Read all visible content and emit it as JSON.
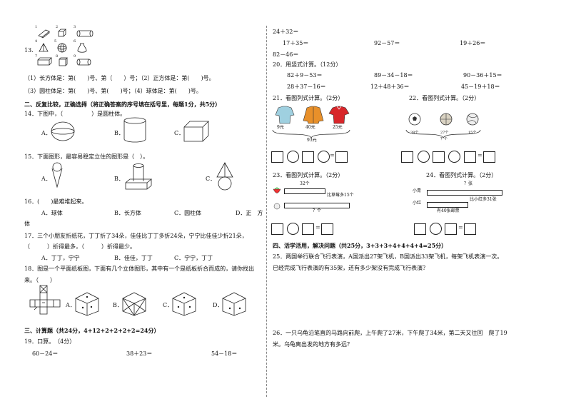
{
  "left": {
    "q13": {
      "num": "13.",
      "labels": [
        "1",
        "2",
        "3",
        "4",
        "5",
        "6",
        "7",
        "8",
        "9"
      ],
      "line1": "（1）长方体是：第(　　)号、第（　　）号；（2）正方体是：第(　　)号。",
      "line2": "（3）圆柱体是：第(　　)号、第(　　)号；（4）球体是：第(　　)号。"
    },
    "section2": "二、反复比较，正确选择（将正确答案的序号填在括号里，每题1分，共5分）",
    "q14": {
      "stem": "14．下图中，（　　　　　）是圆柱体。",
      "opts": [
        "A．",
        "B．",
        "C．"
      ]
    },
    "q15": {
      "stem": "15．下面图形，最容易稳定立住的图形是（　）。",
      "opts": [
        "A．",
        "B．",
        "C．"
      ]
    },
    "q16": {
      "stem": "16．(　　)最难堆起来。",
      "opts": [
        "A．球体",
        "B．长方体",
        "C．圆柱体",
        "D．正　方"
      ],
      "tail": "体"
    },
    "q17": {
      "line1": "17．三个小朋友折纸花，丁丁折了34朵，佳佳比丁丁多折24朵，宁宁比佳佳少折21朵，",
      "line2": "（　　　）折得最多，（　　　）折得最少。",
      "opts": [
        "A．丁丁，宁宁",
        "B．佳佳，丁丁",
        "C．宁宁，丁丁"
      ]
    },
    "q18": {
      "line1": "18．图是一个平面纸板图，下面有几个立体图形，其中有一个是纸板折合而成的，请你找出",
      "line2": "来。（　　）",
      "opts": [
        "A．",
        "B．",
        "C．",
        "D．"
      ]
    },
    "section3": "三、计算题（共24分，4+12+2+2+2+2=24分）",
    "q19": {
      "stem": "19．口算。　（4分）",
      "items": [
        "60－24＝",
        "38＋23＝",
        "54－18＝"
      ]
    }
  },
  "right": {
    "calc_top": [
      "24＋32＝",
      "17＋35＝",
      "92－57＝",
      "19＋26＝",
      "82－46＝"
    ],
    "q20": {
      "stem": "20．用竖式计算。（12分）",
      "items": [
        "82＋9－53＝",
        "89－34－18＝",
        "90－36＋15＝",
        "28＋37－16＝",
        "12＋48＋36＝",
        "45－19＋18＝"
      ]
    },
    "q21": {
      "stem": "21．看图列式计算。（2分）",
      "prices": [
        "9元",
        "40元",
        "25元"
      ],
      "total": "93元"
    },
    "q22": {
      "stem": "22．看图列式计算。（2分）",
      "counts": [
        "38个",
        "27个",
        "15个"
      ],
      "q": "？个"
    },
    "q23": {
      "stem": "23．看图列式计算。（2分）",
      "top": "32个",
      "side": "比草莓多15个",
      "q": "？个"
    },
    "q24": {
      "stem": "24．看图列式计算。（2分）",
      "who1": "小青",
      "who2": "小红",
      "top": "？张",
      "side": "比小红多31张",
      "bottom": "有40张邮票"
    },
    "section4": "四、活学活用，解决问题（共25分，3+3+3+4+4+4+4=25分）",
    "q25": {
      "line1": "25．两国举行联合飞行表演，A国派出27架飞机，B国派出33架飞机，每架飞机表演一次。",
      "line2": "已经完成飞行表演的有35架，还有多少架没有完成飞行表演？"
    },
    "q26": {
      "line1": "26．一只乌龟沿笔直的马路向前爬，上午爬了27米，下午爬了34米，第二天又往回　爬了19",
      "line2": "米。乌龟离出发的地方有多远？"
    }
  }
}
